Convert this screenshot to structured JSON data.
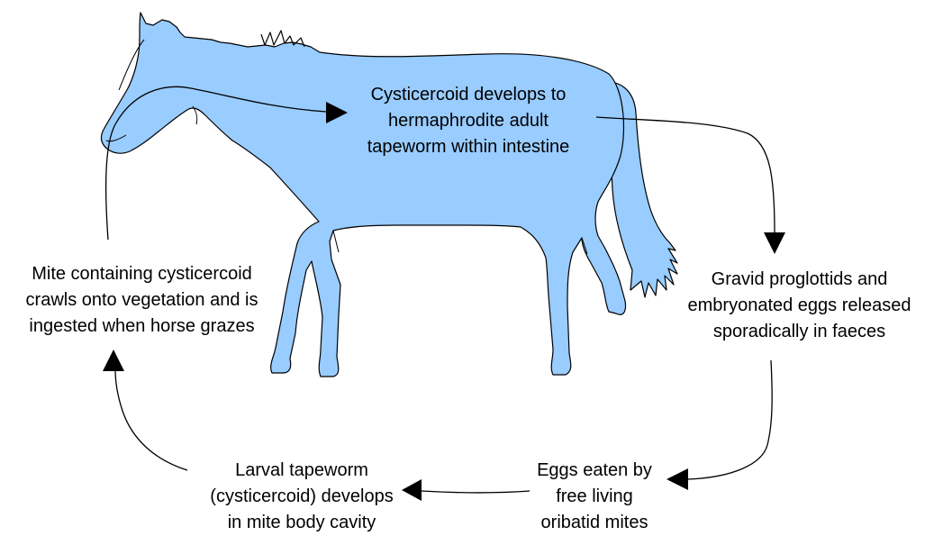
{
  "diagram": {
    "colors": {
      "horse_fill": "#99CCFF",
      "outline": "#000000",
      "text": "#000000"
    },
    "icons": [
      "horse-silhouette",
      "arrow-head-right",
      "arrow-head-down",
      "arrow-head-left",
      "arrow-head-up"
    ],
    "steps": [
      {
        "id": "adult",
        "lines": [
          "Cysticercoid develops to",
          "hermaphrodite adult",
          "tapeworm within intestine"
        ]
      },
      {
        "id": "release",
        "lines": [
          "Gravid proglottids and",
          "embryonated eggs released",
          "sporadically in faeces"
        ]
      },
      {
        "id": "mites",
        "lines": [
          "Eggs eaten by",
          "free living",
          "oribatid mites"
        ]
      },
      {
        "id": "larval",
        "lines": [
          "Larval tapeworm",
          "(cysticercoid) develops",
          "in mite body cavity"
        ]
      },
      {
        "id": "ingest",
        "lines": [
          "Mite containing cysticercoid",
          "crawls onto vegetation and is",
          "ingested when horse grazes"
        ]
      }
    ]
  }
}
